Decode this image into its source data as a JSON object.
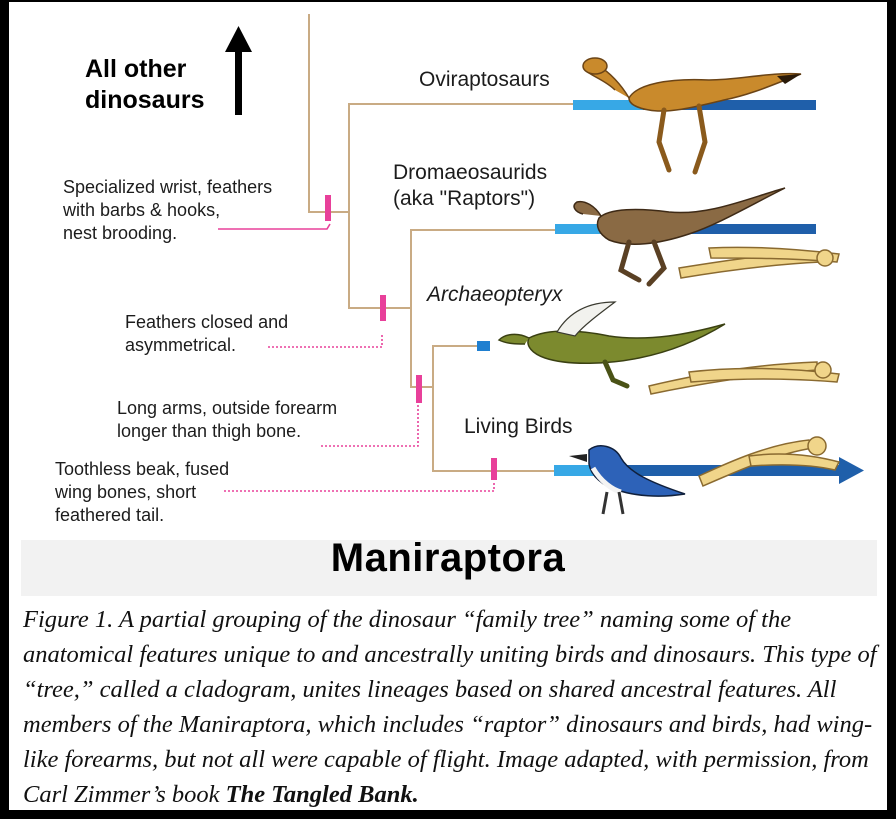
{
  "arrow_label": [
    "All other",
    "dinosaurs"
  ],
  "taxa": {
    "oviraptosaurs": "Oviraptosaurs",
    "dromaeosaurids": [
      "Dromaeosaurids",
      "(aka \"Raptors\")"
    ],
    "archaeopteryx": "Archaeopteryx",
    "living_birds": "Living Birds"
  },
  "traits": {
    "wrist": [
      "Specialized wrist, feathers",
      "with barbs & hooks,",
      "nest brooding."
    ],
    "feathers": [
      "Feathers closed and",
      "asymmetrical."
    ],
    "arms": [
      "Long arms, outside forearm",
      "longer than thigh bone."
    ],
    "beak": [
      "Toothless beak, fused",
      "wing bones, short",
      "feathered tail."
    ]
  },
  "title": "Maniraptora",
  "caption": {
    "text": "Figure 1. A partial grouping of the dinosaur “family tree” naming some of the anatomical features unique to and ancestrally uniting birds and dinosaurs. This type of “tree,” called a cladogram, unites lineages based on shared ancestral features. All members of the Maniraptora, which includes “raptor” dinosaurs and birds, had wing-like forearms, but not all were capable of flight. Image adapted, with permission, from Carl Zimmer’s book",
    "book": "The Tangled Bank."
  },
  "colors": {
    "tree_line": "#c9ab84",
    "trait_marker": "#e8409a",
    "lineage_bar_dark": "#1f5faa",
    "lineage_bar_light": "#37a8e6",
    "bone": "#f0d58a"
  }
}
